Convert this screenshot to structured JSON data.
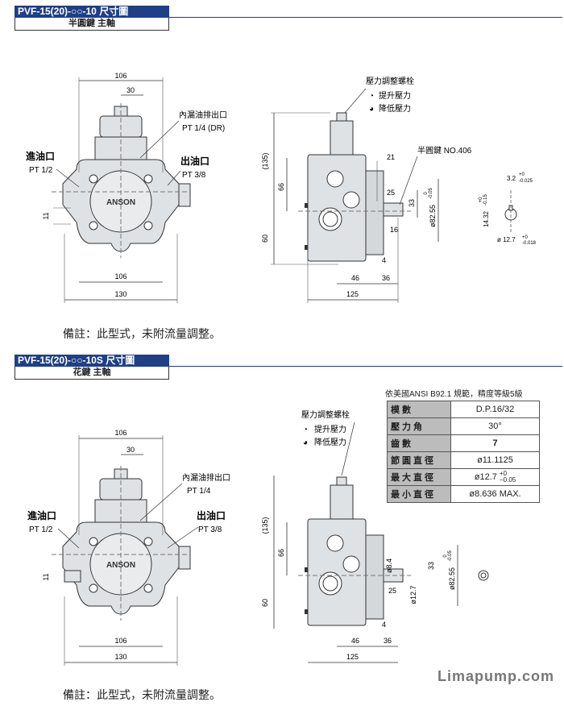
{
  "section1": {
    "title": "PVF-15(20)-○○-10 尺寸圖",
    "subtitle": "半圓鍵 主軸",
    "note": "備註：此型式，未附流量調整。",
    "front": {
      "dim_top": "106",
      "dim_30": "30",
      "dim_bottom_106": "106",
      "dim_130": "130",
      "dim_11": "11",
      "drain_label": "內漏油排出口",
      "drain_thread": "PT 1/4 (DR)",
      "inlet_label": "進油口",
      "inlet_thread": "PT 1/2",
      "outlet_label": "出油口",
      "outlet_thread": "PT 3/8",
      "brand": "ANSON"
    },
    "side": {
      "adj_label": "壓力調整螺栓",
      "up_label": "提升壓力",
      "down_label": "降低壓力",
      "key_label": "半圓鍵 NO.406",
      "d135": "(135)",
      "d66": "66",
      "d60": "60",
      "d21": "21",
      "d25": "25",
      "d16": "16",
      "d33": "33",
      "d8255": "ø82.55",
      "d8255_tol": "-0.05",
      "d8255_tol0": "0",
      "d4": "4",
      "d46": "46",
      "d36": "36",
      "d125": "125"
    },
    "key": {
      "w": "3.2",
      "w_tol": "-0.025",
      "w_tol0": "+0",
      "h": "14.32",
      "h_tol": "-0.15",
      "h_tol0": "+0",
      "d": "ø 12.7",
      "d_tol": "-0.018",
      "d_tol0": "+0"
    }
  },
  "section2": {
    "title": "PVF-15(20)-○○-10S 尺寸圖",
    "subtitle": "花鍵 主軸",
    "note": "備註：此型式，未附流量調整。",
    "front": {
      "dim_top": "106",
      "dim_30": "30",
      "dim_bottom_106": "106",
      "dim_130": "130",
      "dim_11": "11",
      "drain_label": "內漏油排出口",
      "drain_thread": "PT 1/4",
      "inlet_label": "進油口",
      "inlet_thread": "PT 1/2",
      "outlet_label": "出油口",
      "outlet_thread": "PT 3/8",
      "brand": "ANSON"
    },
    "side": {
      "adj_label": "壓力調整螺栓",
      "up_label": "提升壓力",
      "down_label": "降低壓力",
      "d135": "(135)",
      "d66": "66",
      "d60": "60",
      "d84": "ø8.4",
      "d127": "ø12.7",
      "d25": "25",
      "d33": "33",
      "d8255": "ø82.55",
      "d8255_tol": "-0.05",
      "d8255_tol0": "0",
      "d4": "4",
      "d46": "46",
      "d36": "36",
      "d125": "125"
    },
    "spec_title": "依美國ANSI  B92.1 規範，精度等級5級",
    "spec": [
      {
        "k": "模數",
        "v": "D.P.16/32"
      },
      {
        "k": "壓力角",
        "v": "30°"
      },
      {
        "k": "齒數",
        "v": "7"
      },
      {
        "k": "節圓直徑",
        "v": "ø11.1125"
      },
      {
        "k": "最大直徑",
        "v": "ø12.7",
        "tol_hi": "+0",
        "tol_lo": "−0.05"
      },
      {
        "k": "最小直徑",
        "v": "ø8.636 MAX."
      }
    ]
  },
  "watermark": "Limapump.com"
}
